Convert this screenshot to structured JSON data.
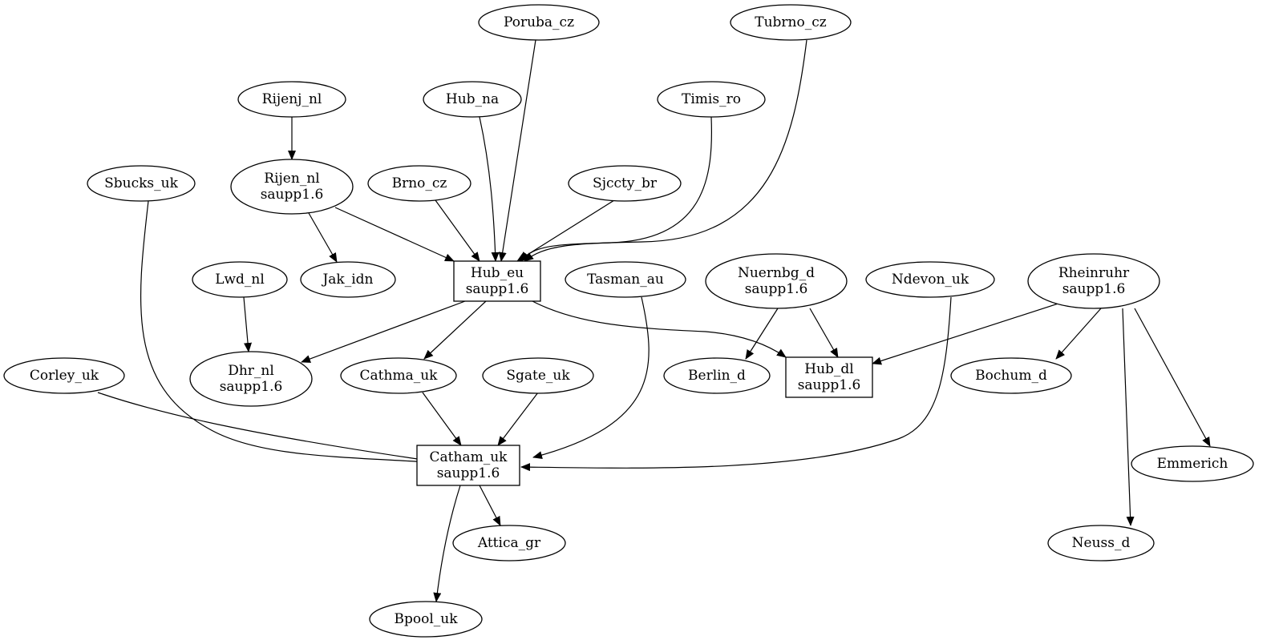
{
  "nodes": {
    "poruba_cz": {
      "lines": [
        "Poruba_cz"
      ],
      "shape": "ellipse"
    },
    "tubrno_cz": {
      "lines": [
        "Tubrno_cz"
      ],
      "shape": "ellipse"
    },
    "rijenj_nl": {
      "lines": [
        "Rijenj_nl"
      ],
      "shape": "ellipse"
    },
    "hub_na": {
      "lines": [
        "Hub_na"
      ],
      "shape": "ellipse"
    },
    "timis_ro": {
      "lines": [
        "Timis_ro"
      ],
      "shape": "ellipse"
    },
    "sbucks_uk": {
      "lines": [
        "Sbucks_uk"
      ],
      "shape": "ellipse"
    },
    "rijen_nl": {
      "lines": [
        "Rijen_nl",
        "saupp1.6"
      ],
      "shape": "ellipse"
    },
    "brno_cz": {
      "lines": [
        "Brno_cz"
      ],
      "shape": "ellipse"
    },
    "sjccty_br": {
      "lines": [
        "Sjccty_br"
      ],
      "shape": "ellipse"
    },
    "lwd_nl": {
      "lines": [
        "Lwd_nl"
      ],
      "shape": "ellipse"
    },
    "jak_idn": {
      "lines": [
        "Jak_idn"
      ],
      "shape": "ellipse"
    },
    "hub_eu": {
      "lines": [
        "Hub_eu",
        "saupp1.6"
      ],
      "shape": "box"
    },
    "tasman_au": {
      "lines": [
        "Tasman_au"
      ],
      "shape": "ellipse"
    },
    "nuernbg_d": {
      "lines": [
        "Nuernbg_d",
        "saupp1.6"
      ],
      "shape": "ellipse"
    },
    "ndevon_uk": {
      "lines": [
        "Ndevon_uk"
      ],
      "shape": "ellipse"
    },
    "rheinruhr": {
      "lines": [
        "Rheinruhr",
        "saupp1.6"
      ],
      "shape": "ellipse"
    },
    "corley_uk": {
      "lines": [
        "Corley_uk"
      ],
      "shape": "ellipse"
    },
    "dhr_nl": {
      "lines": [
        "Dhr_nl",
        "saupp1.6"
      ],
      "shape": "ellipse"
    },
    "cathma_uk": {
      "lines": [
        "Cathma_uk"
      ],
      "shape": "ellipse"
    },
    "sgate_uk": {
      "lines": [
        "Sgate_uk"
      ],
      "shape": "ellipse"
    },
    "berlin_d": {
      "lines": [
        "Berlin_d"
      ],
      "shape": "ellipse"
    },
    "hub_dl": {
      "lines": [
        "Hub_dl",
        "saupp1.6"
      ],
      "shape": "box"
    },
    "bochum_d": {
      "lines": [
        "Bochum_d"
      ],
      "shape": "ellipse"
    },
    "emmerich": {
      "lines": [
        "Emmerich"
      ],
      "shape": "ellipse"
    },
    "catham_uk": {
      "lines": [
        "Catham_uk",
        "saupp1.6"
      ],
      "shape": "box"
    },
    "attica_gr": {
      "lines": [
        "Attica_gr"
      ],
      "shape": "ellipse"
    },
    "neuss_d": {
      "lines": [
        "Neuss_d"
      ],
      "shape": "ellipse"
    },
    "bpool_uk": {
      "lines": [
        "Bpool_uk"
      ],
      "shape": "ellipse"
    }
  },
  "edges": [
    {
      "from": "rijenj_nl",
      "to": "rijen_nl"
    },
    {
      "from": "rijen_nl",
      "to": "jak_idn"
    },
    {
      "from": "rijen_nl",
      "to": "hub_eu"
    },
    {
      "from": "brno_cz",
      "to": "hub_eu"
    },
    {
      "from": "hub_na",
      "to": "hub_eu"
    },
    {
      "from": "poruba_cz",
      "to": "hub_eu"
    },
    {
      "from": "sjccty_br",
      "to": "hub_eu"
    },
    {
      "from": "timis_ro",
      "to": "hub_eu"
    },
    {
      "from": "tubrno_cz",
      "to": "hub_eu"
    },
    {
      "from": "lwd_nl",
      "to": "dhr_nl"
    },
    {
      "from": "hub_eu",
      "to": "dhr_nl"
    },
    {
      "from": "hub_eu",
      "to": "cathma_uk"
    },
    {
      "from": "hub_eu",
      "to": "hub_dl"
    },
    {
      "from": "nuernbg_d",
      "to": "berlin_d"
    },
    {
      "from": "nuernbg_d",
      "to": "hub_dl"
    },
    {
      "from": "rheinruhr",
      "to": "hub_dl"
    },
    {
      "from": "rheinruhr",
      "to": "bochum_d"
    },
    {
      "from": "rheinruhr",
      "to": "emmerich"
    },
    {
      "from": "rheinruhr",
      "to": "neuss_d"
    },
    {
      "from": "corley_uk",
      "to": "catham_uk"
    },
    {
      "from": "sbucks_uk",
      "to": "catham_uk"
    },
    {
      "from": "cathma_uk",
      "to": "catham_uk"
    },
    {
      "from": "sgate_uk",
      "to": "catham_uk"
    },
    {
      "from": "tasman_au",
      "to": "catham_uk"
    },
    {
      "from": "ndevon_uk",
      "to": "catham_uk"
    },
    {
      "from": "catham_uk",
      "to": "attica_gr"
    },
    {
      "from": "catham_uk",
      "to": "bpool_uk"
    }
  ]
}
